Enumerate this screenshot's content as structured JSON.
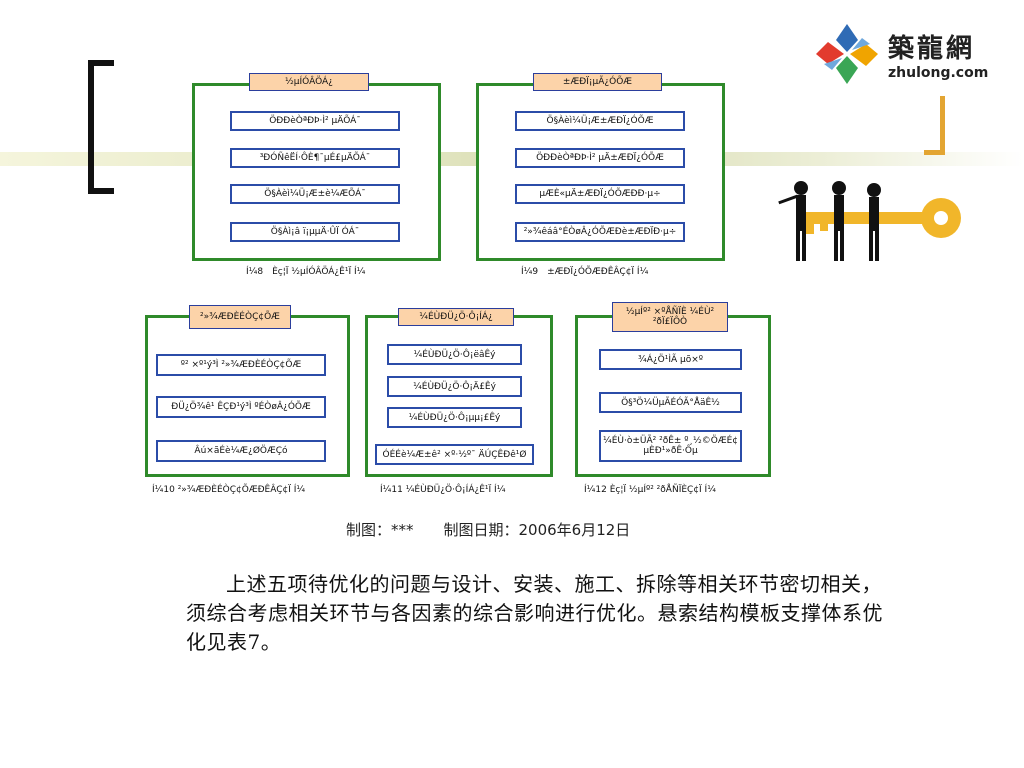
{
  "logo": {
    "cn": "築龍網",
    "en": "zhulong.com"
  },
  "panels": {
    "p8": {
      "title": "½µÍÓÂÖÁ¿",
      "items": [
        "ÖÐÐèÒªÐÞ·Ì² µÄÕÁ¯",
        "³ÐÓÑêËÍ·ÔÈ¶¯µÉ£µÄÕÁ¯",
        "Ö§Àèì¼Ü¡Æ±è¼ÆÕÁ¯",
        "Ö§Àì¡â ï¡µµÄ·ÛÏ ÓÁ¯"
      ],
      "caption": "Í¼8　Èç¦Ï ½µÍÓÂÖÁ¿Ê¹Ï Í¼"
    },
    "p9": {
      "title": "±ÆÐÏ¡µÃ¿ÓÕÆ",
      "items": [
        "Ö§Àèì¼Ü¡Æ±ÆÐÏ¿ÓÕÆ",
        "ÖÐÐèÒªÐÞ·Ì² µÄ±ÆÐÏ¿ÓÕÆ",
        "µÆÈ«µÄ±ÆÐÏ¿ÓÕÆÐÐ·µ÷",
        "²»¾êáâ°ÉÒøÂ¿ÓÕÆÐè±ÆÐÏÐ·µ÷"
      ],
      "caption": "Í¼9　±ÆÐÏ¿ÓÕÆÐÊÂÇ¢Ï Í¼"
    },
    "p10": {
      "title": "²»¾ÆÐÈÉÒÇ¢ÕÆ",
      "items": [
        "º² ×º¹ý³Ì ²»¾ÆÐÈÉÒÇ¢ÕÆ",
        "ÐÜ¿Ö¾ê¹ ÊÇÐ¹ý³Ì ºÉÒøÂ¿ÓÕÆ",
        "Âú×ãÉè¼Æ¿ØÖÆÇó"
      ],
      "caption": "Í¼10 ²»¾ÆÐÈÉÒÇ¢ÕÆÐÊÂÇ¢Ï Í¼"
    },
    "p11": {
      "title": "¼ÉÙÐÜ¿Ö·Ô¡ÍÁ¿",
      "items": [
        "¼ÉÙÐÜ¿Ö·Ô¡ëâÊý",
        "¼ÉÙÐÜ¿Ö·Ô¡Ä£Êý",
        "¼ÉÙÐÜ¿Ö·Ô¡µµ¡£Êý",
        "ÓÉÉè¼Æ±ê² ×º·½º¯ ÄÚÇÊÐê¹Ø"
      ],
      "caption": "Í¼11 ¼ÉÙÐÜ¿Ö·Ô¡ÍÁ¿Ê¹Ï Í¼"
    },
    "p12": {
      "title": "½µÍº² ×ºÅÑÏÈ ¼ÉÙ² ²ðÏ£ÏÔÒ",
      "items": [
        "¾Á¿Ö¹ÌÃ µõ×º",
        "Ö§³Ö¼ÜµÃÉÓÃ°ÅäÊ½",
        "¼ÉÙ·ò±ÜÃ² ²ðÊ± º¸½©ÖÆÉ¢ µÈÐ¹»ðÊ·Ôµ"
      ],
      "caption": "Í¼12 Èç¦Ï ½µÍº² ²ðÅÑÏÈÇ¢Ï Í¼"
    }
  },
  "date_line": "制图：***　　制图日期：2006年6月12日",
  "paragraph": "上述五项待优化的问题与设计、安装、施工、拆除等相关环节密切相关，须综合考虑相关环节与各因素的综合影响进行优化。悬索结构模板支撑体系优化见表7。"
}
